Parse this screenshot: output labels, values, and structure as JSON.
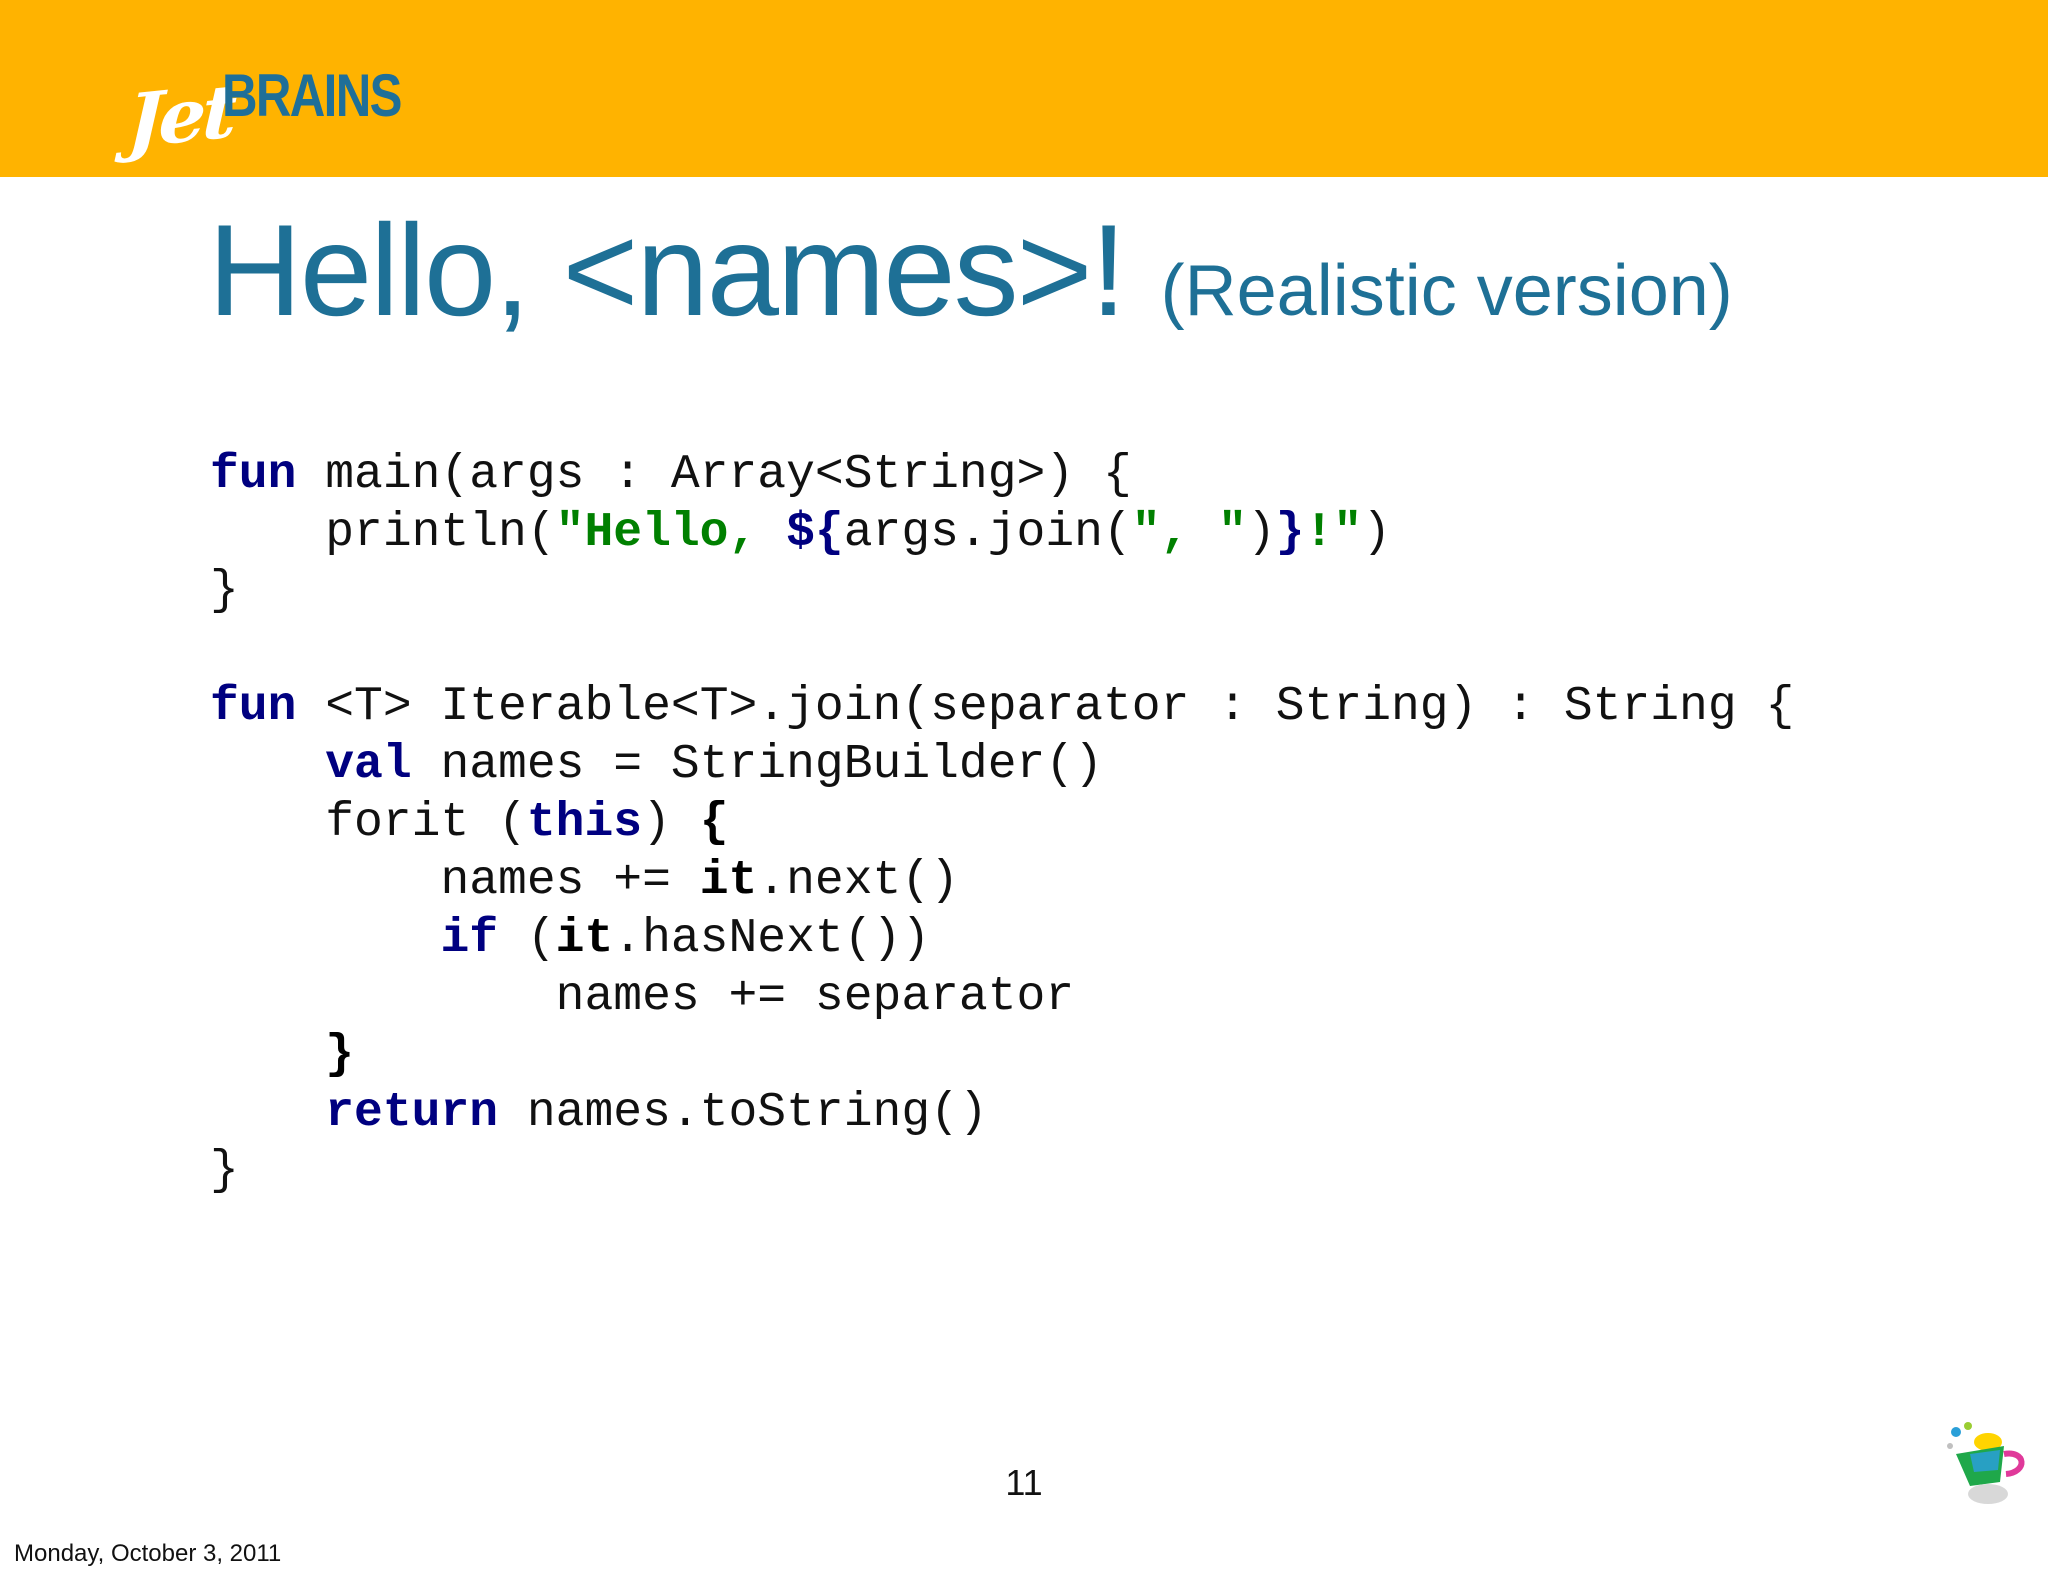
{
  "brand": {
    "logo_jet": "Jet",
    "logo_brains": "BRAINS"
  },
  "title": {
    "main": "Hello, <names>!",
    "sub": "(Realistic version)"
  },
  "code": {
    "l1": {
      "kw": "fun",
      "rest": " main(args : Array<String>) {"
    },
    "l2": {
      "pre": "    println(",
      "s1": "\"Hello, ",
      "t1": "${",
      "mid": "args.join(",
      "s2": "\", \"",
      "close": ")",
      "t2": "}",
      "s3": "!\"",
      "end": ")"
    },
    "l3": "}",
    "l4": "",
    "l5": {
      "kw": "fun",
      "rest": " <T> Iterable<T>.join(separator : String) : String {"
    },
    "l6": {
      "pre": "    ",
      "kw": "val",
      "rest": " names = StringBuilder()"
    },
    "l7": {
      "pre": "    forit (",
      "kw": "this",
      "mid": ") ",
      "brace": "{"
    },
    "l8": {
      "pre": "        names += ",
      "it": "it",
      "rest": ".next()"
    },
    "l9": {
      "pre": "        ",
      "kw": "if",
      "mid": " (",
      "it": "it",
      "rest": ".hasNext())"
    },
    "l10": "            names += separator",
    "l11": {
      "pre": "    ",
      "brace": "}"
    },
    "l12": {
      "pre": "    ",
      "kw": "return",
      "rest": " names.toString()"
    },
    "l13": "}"
  },
  "footer": {
    "page_number": "11",
    "date": "Monday, October 3, 2011"
  },
  "colors": {
    "header_bar": "#FFB300",
    "title": "#1E7096",
    "keyword": "#000080",
    "string": "#008000"
  },
  "icons": [
    "jetbrains-logo",
    "kotlin-mascot-icon"
  ]
}
